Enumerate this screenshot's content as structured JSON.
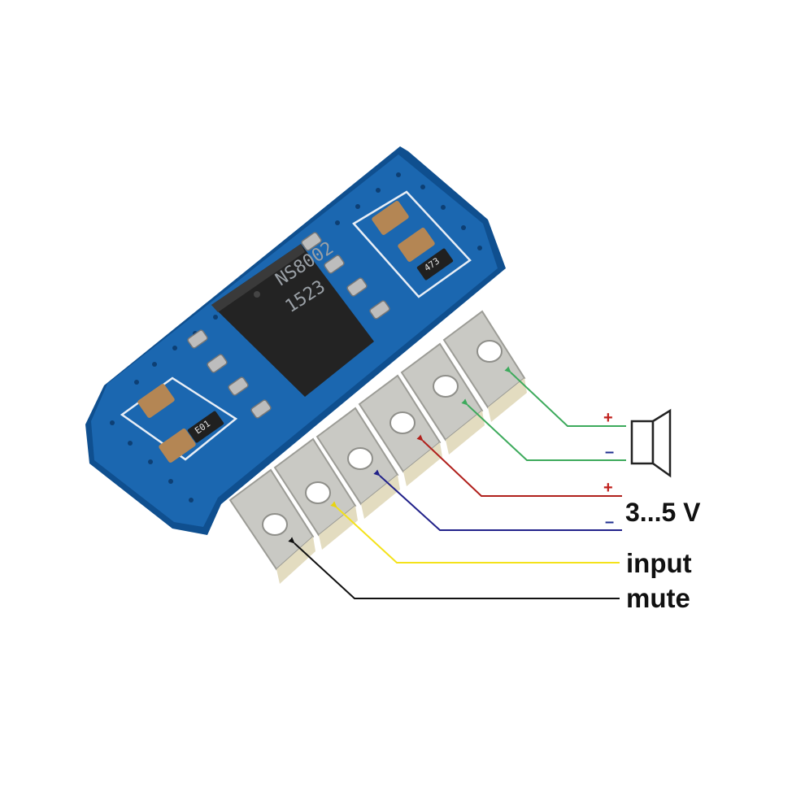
{
  "chip": {
    "line1": "NS8002",
    "line2": "1523"
  },
  "components": {
    "resistor_a": "E01",
    "resistor_b": "473"
  },
  "labels": {
    "speaker_plus": "+",
    "speaker_minus": "–",
    "supply_plus": "+",
    "supply_minus": "–",
    "supply_voltage": "3...5 V",
    "input": "input",
    "mute": "mute"
  },
  "colors": {
    "pcb": "#1b67b0",
    "pcb_edge": "#0f4f8f",
    "pad": "#c9c9c4",
    "chip": "#232323",
    "line_speaker_plus": "#3daa5c",
    "line_speaker_minus": "#3daa5c",
    "line_supply_plus": "#b0201c",
    "line_supply_minus": "#22228a",
    "line_input": "#f4e21a",
    "line_mute": "#111111",
    "sign_plus": "#c0211d",
    "sign_minus": "#1f2f8f"
  },
  "icons": {
    "speaker": "speaker-icon"
  }
}
